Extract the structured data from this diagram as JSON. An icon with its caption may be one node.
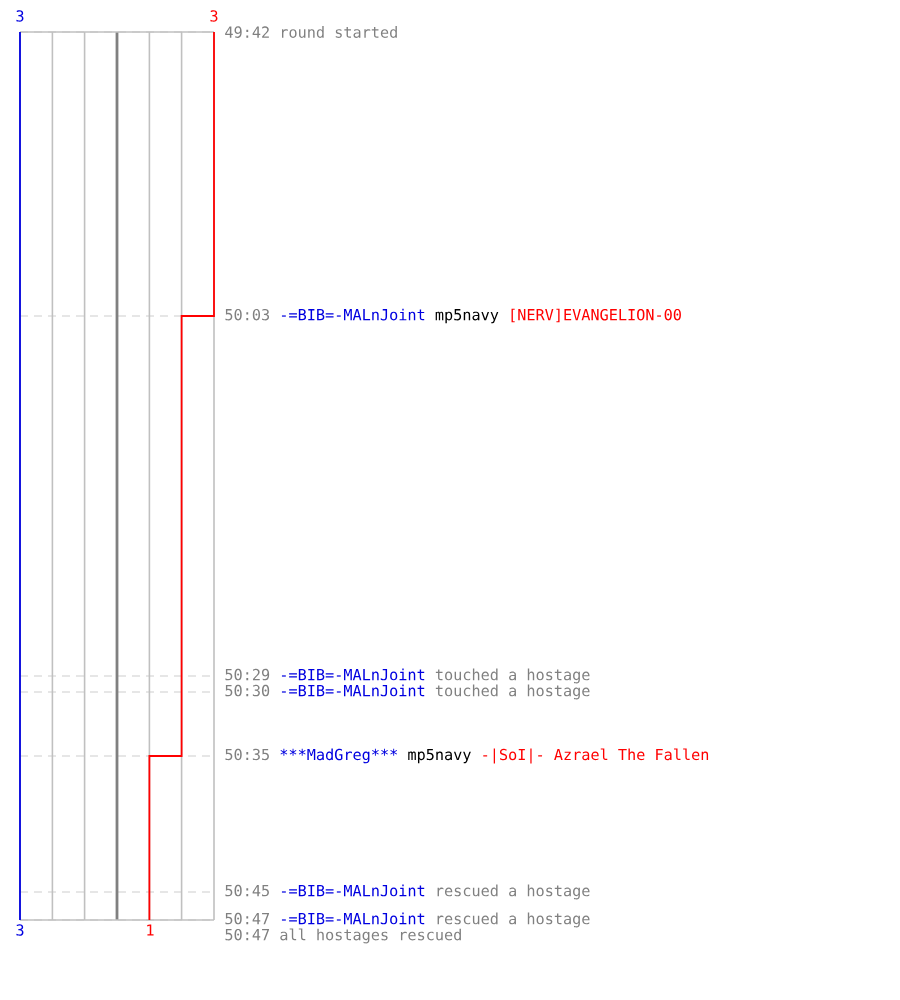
{
  "diagram": {
    "labels": [
      "3",
      "3",
      "49:42",
      "round started",
      "50:03",
      "-=BIB=-MALnJoint",
      "mp5navy",
      "[NERV]EVANGELION-00",
      "50:29",
      "-=BIB=-MALnJoint",
      "touched a hostage",
      "50:30",
      "-=BIB=-MALnJoint",
      "touched a hostage",
      "50:35",
      "***MadGreg***",
      "mp5navy",
      "-|SoI|- Azrael The Fallen",
      "50:45",
      "-=BIB=-MALnJoint",
      "rescued a hostage",
      "3",
      "1",
      "50:47",
      "-=BIB=-MALnJoint",
      "rescued a hostage",
      "50:47",
      "all hostages rescued"
    ]
  }
}
